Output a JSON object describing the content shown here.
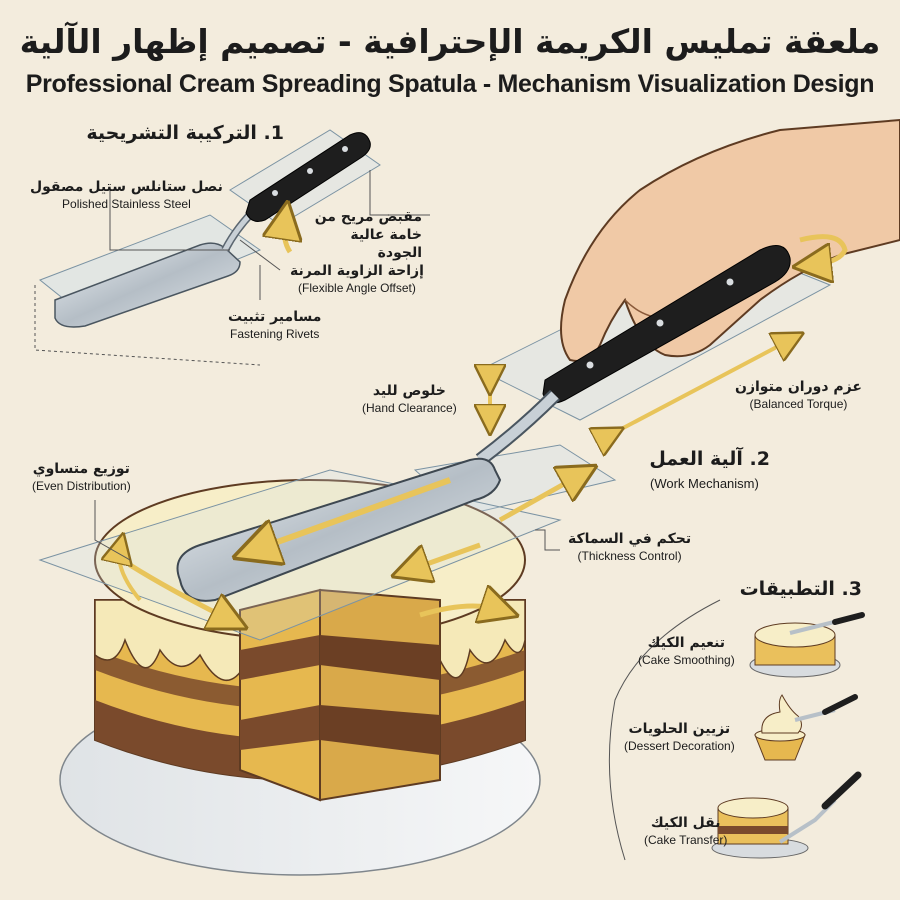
{
  "title": {
    "arabic": "ملعقة تمليس الكريمة الإحترافية - تصميم إظهار الآلية",
    "english": "Professional Cream Spreading Spatula - Mechanism Visualization Design"
  },
  "sections": {
    "anatomy": {
      "title": "1. التركيبة التشريحية",
      "labels": {
        "blade": {
          "ar": "نصل ستانلس ستيل مصقول",
          "en": "Polished Stainless Steel"
        },
        "handle": {
          "ar": "مقبض مريح من\nخامة عالية الجودة"
        },
        "offset": {
          "ar": "إزاحة الزاوية المرنة",
          "en": "(Flexible Angle Offset)"
        },
        "rivets": {
          "ar": "مسامير تثبيت",
          "en": "Fastening Rivets"
        }
      }
    },
    "mechanism": {
      "title": "2. آلية العمل",
      "subtitle": "(Work Mechanism)",
      "labels": {
        "torque": {
          "ar": "عزم دوران متوازن",
          "en": "(Balanced Torque)"
        },
        "clearance": {
          "ar": "خلوص لليد",
          "en": "(Hand Clearance)"
        },
        "distribution": {
          "ar": "توزيع متساوي",
          "en": "(Even Distribution)"
        },
        "thickness": {
          "ar": "تحكم في السماكة",
          "en": "(Thickness Control)"
        }
      }
    },
    "applications": {
      "title": "3. التطبيقات",
      "items": [
        {
          "ar": "تنعيم الكيك",
          "en": "(Cake Smoothing)",
          "icon": "cake-smoothing-icon"
        },
        {
          "ar": "تزيين الحلويات",
          "en": "(Dessert Decoration)",
          "icon": "dessert-decoration-icon"
        },
        {
          "ar": "نقل الكيك",
          "en": "(Cake Transfer)",
          "icon": "cake-transfer-icon"
        }
      ]
    }
  },
  "colors": {
    "background": "#f3ecdd",
    "arrow": "#e8c45a",
    "cream": "#f5e9b8",
    "sponge": "#e6b84f",
    "chocolate": "#7a4a2c",
    "steel": "#b7c0c8",
    "handle": "#1e1e1e"
  }
}
